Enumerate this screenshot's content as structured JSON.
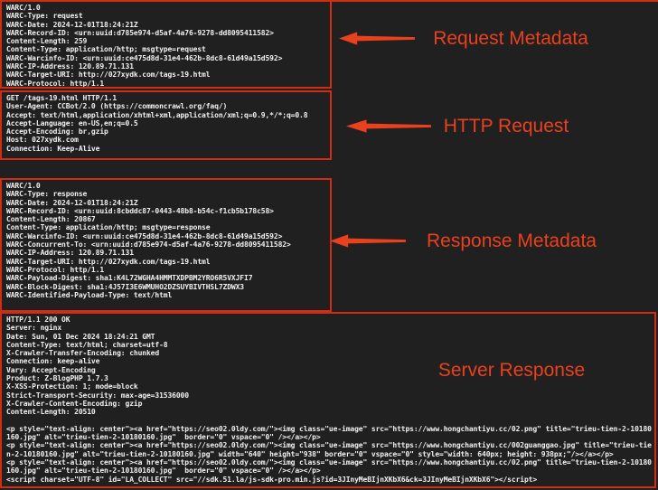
{
  "annotation": {
    "accent_color": "#e9401e",
    "box_border_color": "#d12d15",
    "labels": [
      {
        "text": "Request Metadata",
        "arrow": "left"
      },
      {
        "text": "HTTP Request",
        "arrow": "left"
      },
      {
        "text": "Response Metadata",
        "arrow": "left"
      },
      {
        "text": "Server Response",
        "arrow": "none"
      }
    ]
  },
  "terminal": {
    "background": "#202020",
    "text_color": "#f1f1f1"
  },
  "sections": {
    "request_metadata": {
      "lines": [
        "WARC/1.0",
        "WARC-Type: request",
        "WARC-Date: 2024-12-01T18:24:21Z",
        "WARC-Record-ID: <urn:uuid:d785e974-d5af-4a76-9278-dd8095411582>",
        "Content-Length: 259",
        "Content-Type: application/http; msgtype=request",
        "WARC-Warcinfo-ID: <urn:uuid:ce475d8d-31e4-462b-8dc8-61d49a15d592>",
        "WARC-IP-Address: 120.89.71.131",
        "WARC-Target-URI: http://027xydk.com/tags-19.html",
        "WARC-Protocol: http/1.1"
      ]
    },
    "http_request": {
      "lines": [
        "GET /tags-19.html HTTP/1.1",
        "User-Agent: CCBot/2.0 (https://commoncrawl.org/faq/)",
        "Accept: text/html,application/xhtml+xml,application/xml;q=0.9,*/*;q=0.8",
        "Accept-Language: en-US,en;q=0.5",
        "Accept-Encoding: br,gzip",
        "Host: 027xydk.com",
        "Connection: Keep-Alive"
      ]
    },
    "response_metadata": {
      "lines": [
        "WARC/1.0",
        "WARC-Type: response",
        "WARC-Date: 2024-12-01T18:24:21Z",
        "WARC-Record-ID: <urn:uuid:8cbddc87-0443-48b8-b54c-f1cb5b178c58>",
        "Content-Length: 20867",
        "Content-Type: application/http; msgtype=response",
        "WARC-Warcinfo-ID: <urn:uuid:ce475d8d-31e4-462b-8dc8-61d49a15d592>",
        "WARC-Concurrent-To: <urn:uuid:d785e974-d5af-4a76-9278-dd8095411582>",
        "WARC-IP-Address: 120.89.71.131",
        "WARC-Target-URI: http://027xydk.com/tags-19.html",
        "WARC-Protocol: http/1.1",
        "WARC-Payload-Digest: sha1:K4L72WGHA4HMMTXDPBM2YRO6R5VXJFI7",
        "WARC-Block-Digest: sha1:4J57I3E6WMUHO2DZSUYBIVTHSL7ZDWX3",
        "WARC-Identified-Payload-Type: text/html"
      ]
    },
    "server_response": {
      "lines": [
        "HTTP/1.1 200 OK",
        "Server: nginx",
        "Date: Sun, 01 Dec 2024 18:24:21 GMT",
        "Content-Type: text/html; charset=utf-8",
        "X-Crawler-Transfer-Encoding: chunked",
        "Connection: keep-alive",
        "Vary: Accept-Encoding",
        "Product: Z-BlogPHP 1.7.3",
        "X-XSS-Protection: 1; mode=block",
        "Strict-Transport-Security: max-age=31536000",
        "X-Crawler-Content-Encoding: gzip",
        "Content-Length: 20510",
        "",
        "<p style=\"text-align: center\"><a href=\"https://seo02.0ldy.com/\"><img class=\"ue-image\" src=\"https://www.hongchantiyu.cc/02.png\" title=\"trieu-tien-2-10180160.jpg\" alt=\"trieu-tien-2-10180160.jpg\"  border=\"0\" vspace=\"0\" /></a></p>",
        "<p style=\"text-align: center\"><a href=\"https://seo02.0ldy.com/\"><img class=\"ue-image\" src=\"https://www.hongchantiyu.cc/002guanggao.jpg\" title=\"trieu-tien-2-10180160.jpg\" alt=\"trieu-tien-2-10180160.jpg\" width=\"640\" height=\"938\" border=\"0\" vspace=\"0\" style=\"width: 640px; height: 938px;\"/></a></p>",
        "<p style=\"text-align: center\"><a href=\"https://seo02.0ldy.com/\"><img class=\"ue-image\" src=\"https://www.hongchantiyu.cc/02.png\" title=\"trieu-tien-2-10180160.jpg\" alt=\"trieu-tien-2-10180160.jpg\"  border=\"0\" vspace=\"0\" /></a></p>",
        "<script charset=\"UTF-8\" id=\"LA_COLLECT\" src=\"//sdk.51.la/js-sdk-pro.min.js?id=3JInyMeBIjnXKbX6&ck=3JInyMeBIjnXKbX6\"></script>"
      ]
    }
  }
}
